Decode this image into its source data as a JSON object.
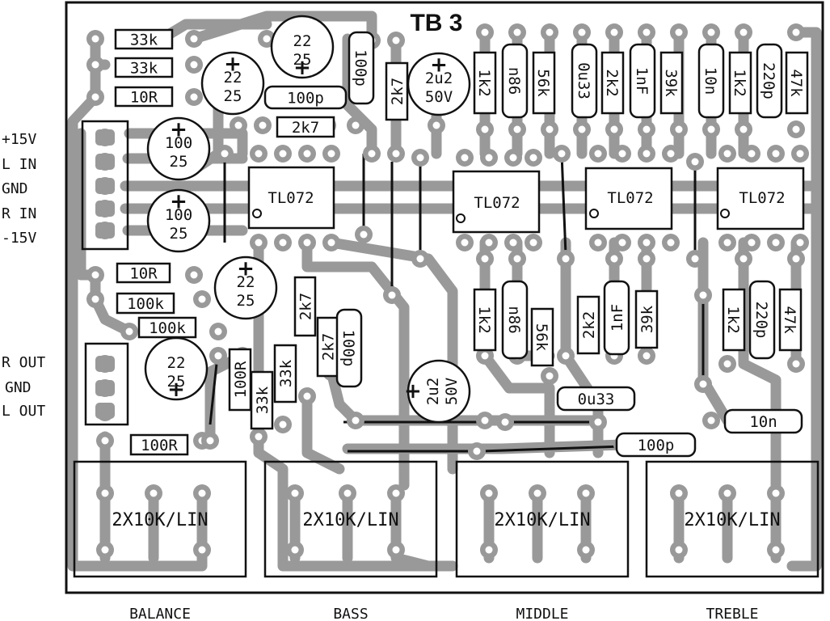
{
  "title": "TB 3",
  "connectors": {
    "input": [
      "+15V",
      "L IN",
      "GND",
      "R IN",
      "-15V"
    ],
    "output": [
      "R OUT",
      "GND",
      "L OUT"
    ]
  },
  "ics": [
    "TL072",
    "TL072",
    "TL072",
    "TL072"
  ],
  "pots": [
    {
      "value": "2X10K/LIN",
      "name": "BALANCE"
    },
    {
      "value": "2X10K/LIN",
      "name": "BASS"
    },
    {
      "value": "2X10K/LIN",
      "name": "MIDDLE"
    },
    {
      "value": "2X10K/LIN",
      "name": "TREBLE"
    }
  ],
  "capacitors": [
    {
      "value": "22",
      "voltage": "25"
    },
    {
      "value": "22",
      "voltage": "25"
    },
    {
      "value": "100",
      "voltage": "25"
    },
    {
      "value": "100",
      "voltage": "25"
    },
    {
      "value": "22",
      "voltage": "25"
    },
    {
      "value": "22",
      "voltage": "25"
    },
    {
      "value": "2u2",
      "voltage": "50V"
    },
    {
      "value": "2u2",
      "voltage": "50V"
    }
  ],
  "parts": [
    "33k",
    "33k",
    "10R",
    "100p",
    "2k7",
    "100p",
    "2k7",
    "1k2",
    "n86",
    "56k",
    "0u33",
    "2k2",
    "1nF",
    "39k",
    "10n",
    "1k2",
    "220p",
    "47k",
    "10R",
    "100k",
    "100k",
    "2k7",
    "2k7",
    "100p",
    "100R",
    "33k",
    "33k",
    "1k2",
    "n86",
    "56k",
    "2k2",
    "1nF",
    "39k",
    "1k2",
    "220p",
    "47k",
    "0u33",
    "10n",
    "100p",
    "100R"
  ],
  "colors": {
    "trace": "#999999",
    "ink": "#111111",
    "pad": "#ffffff"
  }
}
